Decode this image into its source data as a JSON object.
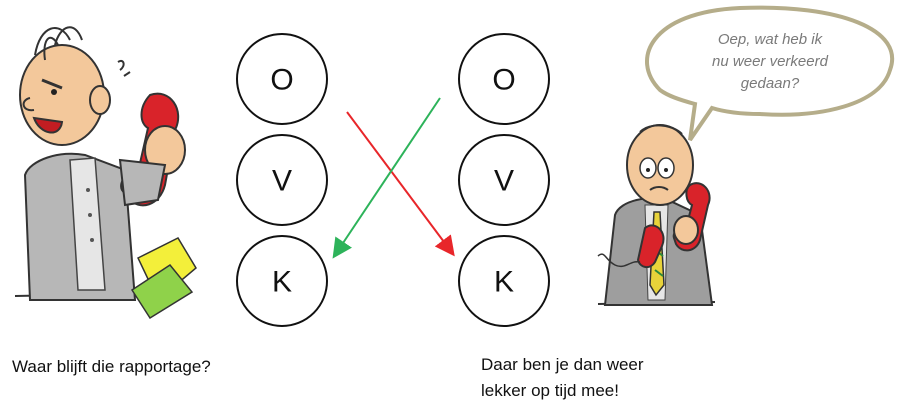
{
  "left_column": {
    "letters": [
      "O",
      "V",
      "K"
    ]
  },
  "right_column": {
    "letters": [
      "O",
      "V",
      "K"
    ]
  },
  "arrows": {
    "red": {
      "from": "O",
      "to": "K",
      "color": "#e8262a"
    },
    "green": {
      "from": "O",
      "to": "K",
      "color": "#2db35a"
    }
  },
  "speech_bubble": {
    "lines": [
      "Oep, wat heb ik",
      "nu weer verkeerd",
      "gedaan?"
    ]
  },
  "captions": {
    "left": "Waar blijft die rapportage?",
    "right_line1": "Daar ben je dan weer",
    "right_line2": "lekker op tijd mee!"
  },
  "colors": {
    "phone": "#d9232a",
    "bubble_border": "#b5ad8a",
    "paper_yellow": "#f3ef3a",
    "paper_green": "#8fd24a"
  }
}
